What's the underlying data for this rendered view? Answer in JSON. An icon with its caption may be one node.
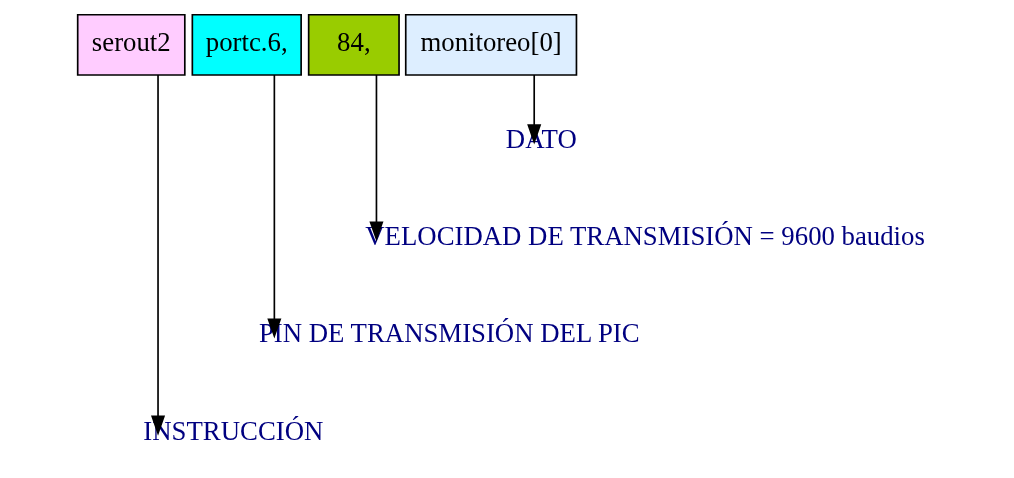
{
  "diagram": {
    "nodes": [
      {
        "text": [
          "serout2"
        ]
      },
      {
        "text": [
          "portc.6,"
        ]
      },
      {
        "text": [
          "84,"
        ]
      },
      {
        "text": [
          "monitoreo[0]"
        ]
      },
      {
        "text": [
          "DATO"
        ]
      },
      {
        "text": [
          "VELOCIDAD DE TRANSMISIÓN = 9600 baudios"
        ]
      },
      {
        "text": [
          "PIN DE TRANSMISIÓN DEL PIC"
        ]
      },
      {
        "text": [
          "INSTRUCCIÓN"
        ]
      }
    ],
    "edges": [
      {
        "from": 3,
        "to": 4,
        "arrow": "to"
      },
      {
        "from": 2,
        "to": 5,
        "arrow": "to"
      },
      {
        "from": 1,
        "to": 6,
        "arrow": "to"
      },
      {
        "from": 0,
        "to": 7,
        "arrow": "to"
      }
    ]
  }
}
